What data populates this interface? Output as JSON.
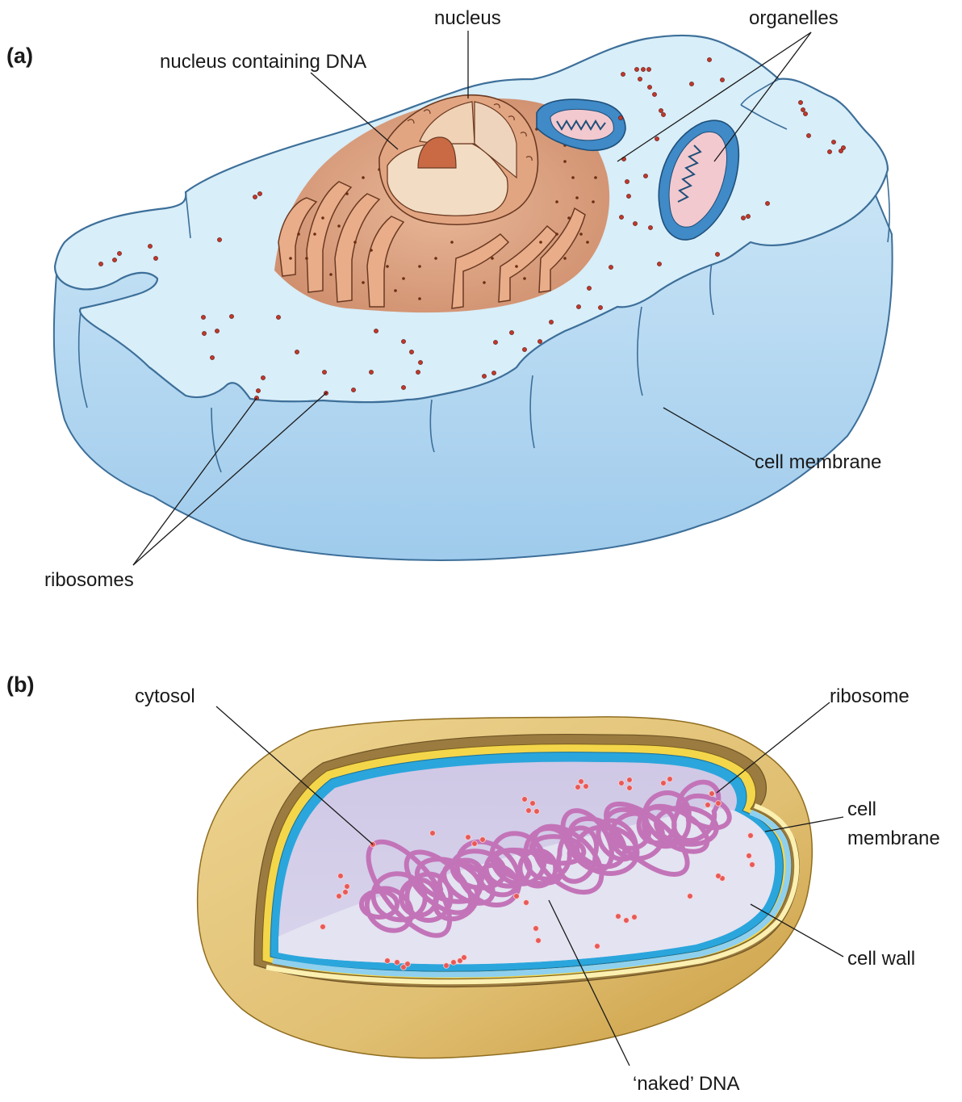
{
  "panel_a": {
    "label": "(a)",
    "callouts": {
      "nucleus": "nucleus",
      "nucleus_dna": "nucleus containing DNA",
      "organelles": "organelles",
      "cell_membrane": "cell membrane",
      "ribosomes": "ribosomes"
    }
  },
  "panel_b": {
    "label": "(b)",
    "callouts": {
      "cytosol": "cytosol",
      "ribosome": "ribosome",
      "cell_membrane_line1": "cell",
      "cell_membrane_line2": "membrane",
      "cell_wall": "cell wall",
      "naked_dna": "‘naked’ DNA"
    }
  },
  "colors": {
    "cell_light": "#d8eef9",
    "cell_side": "#a9d1ee",
    "cell_outline": "#3d6f99",
    "nucleus": "#e8b99a",
    "nucleus_dark": "#c97b55",
    "nucleus_inner": "#f3dcc4",
    "mito_outer": "#3f8ac7",
    "mito_inner": "#f2c9cf",
    "ribosome": "#c0392b",
    "capsule": "#e2c37a",
    "capsule_dark": "#c9a24e",
    "wall_yellow": "#f4d64a",
    "membrane_blue": "#2aa6dc",
    "cytosol": "#d3cde9",
    "cytosol_floor": "#e4e3f1",
    "dna": "#c374b8",
    "ribosome_b": "#e85a57"
  }
}
